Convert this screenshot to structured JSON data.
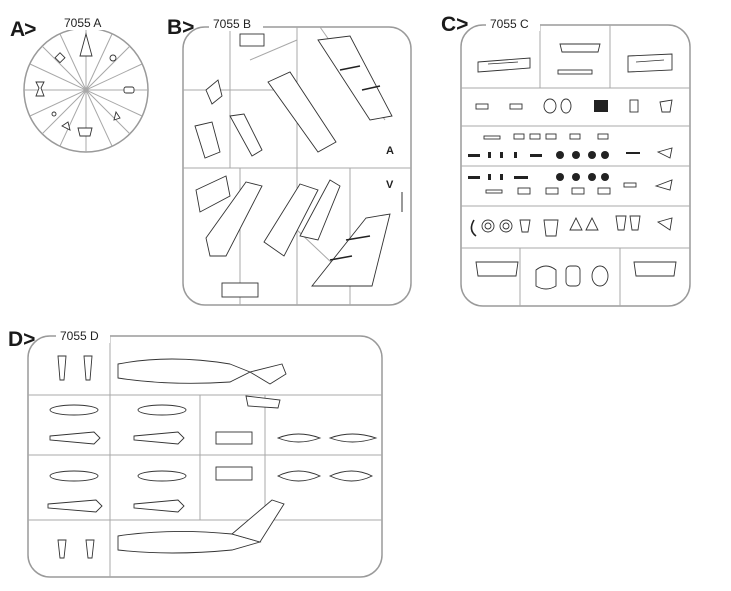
{
  "sprues": [
    {
      "letter": "A>",
      "code": "7055 A"
    },
    {
      "letter": "B>",
      "code": "7055 B"
    },
    {
      "letter": "C>",
      "code": "7055 C"
    },
    {
      "letter": "D>",
      "code": "7055 D"
    }
  ],
  "sprue_b_markers": {
    "upper": "A",
    "lower": "V"
  },
  "colors": {
    "frame": "#9a9a9a",
    "part_outline": "#333333",
    "part_dark": "#222222",
    "background": "#ffffff"
  }
}
